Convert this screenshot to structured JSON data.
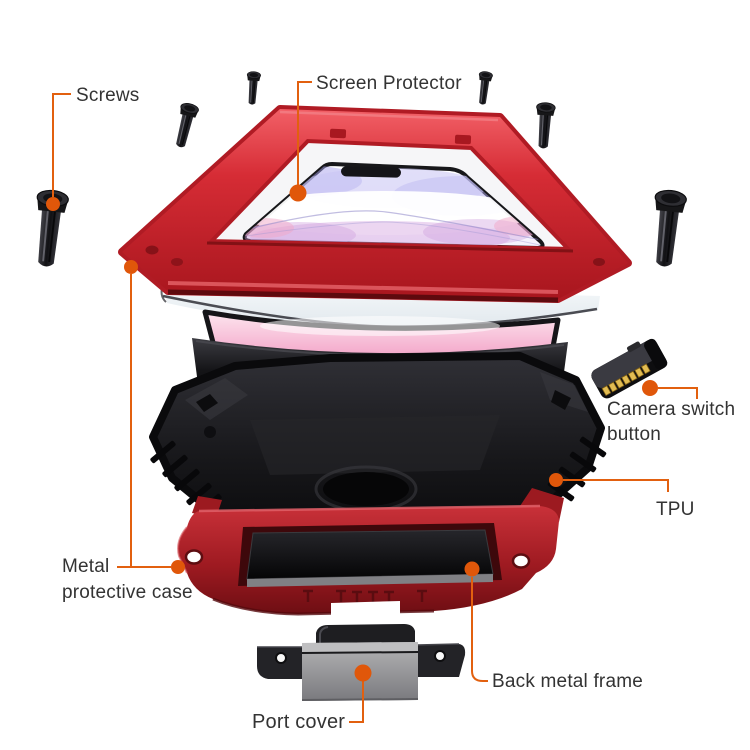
{
  "page": {
    "background": "#FFFFFF",
    "description": "Exploded view diagram of a heavy-duty metal protective phone case"
  },
  "labels": {
    "screws": "Screws",
    "screen_protector": "Screen Protector",
    "camera_switch_line1": "Camera switch",
    "camera_switch_line2": "button",
    "tpu": "TPU",
    "metal_case_line1": "Metal",
    "metal_case_line2": "protective case",
    "back_metal_frame": "Back metal frame",
    "port_cover": "Port cover"
  },
  "colors": {
    "accent_line": "#E2600F",
    "accent_dot": "#E0570A",
    "label_text": "#333333",
    "front_frame_red": "#D62C35",
    "back_frame_red": "#9E1A21",
    "tpu_black": "#141417",
    "screen_pink": "#F29FC5",
    "port_cover_gray": "#9A9A9E",
    "contact_gold": "#E2BC52",
    "screw_black": "#1C1C1E"
  }
}
